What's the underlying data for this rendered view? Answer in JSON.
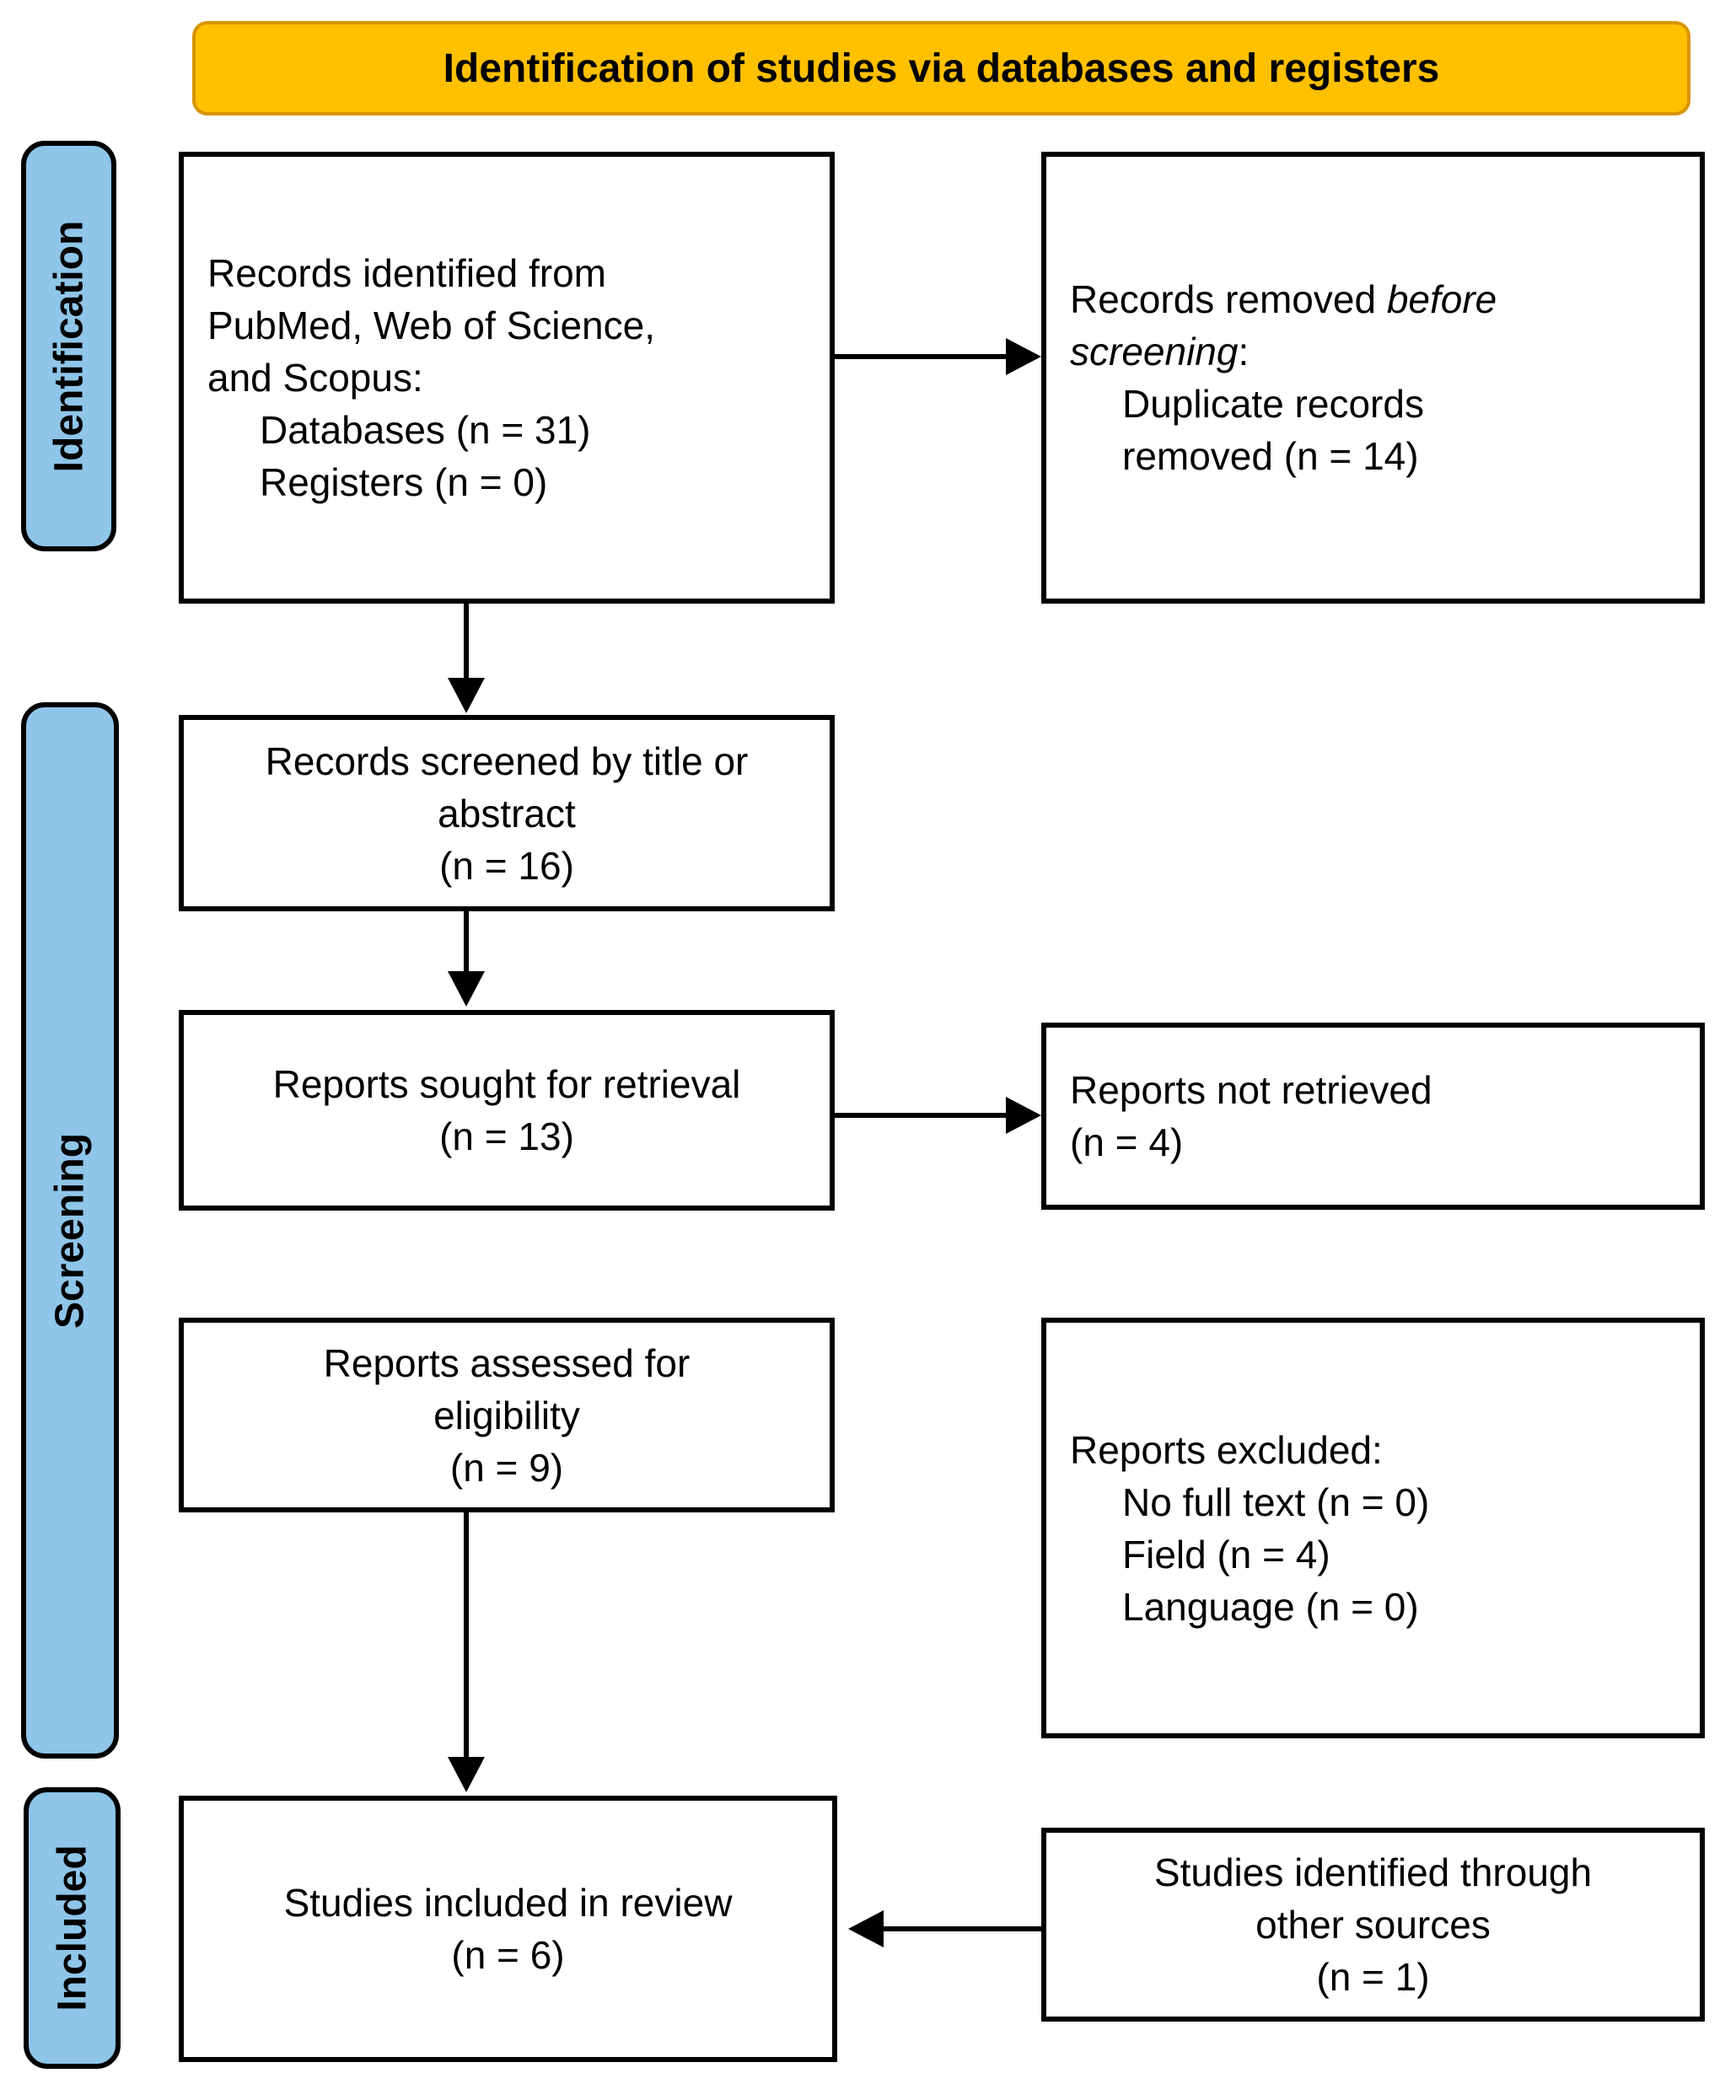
{
  "banner": {
    "label": "Identification of studies via databases and registers"
  },
  "sidebar": {
    "stages": [
      {
        "label": "Identification"
      },
      {
        "label": "Screening"
      },
      {
        "label": "Included"
      }
    ]
  },
  "boxes": {
    "records_identified": {
      "line1": "Records identified from",
      "line2": "PubMed, Web of Science,",
      "line3": "and Scopus:",
      "sub1": "Databases (n = 31)",
      "sub2": "Registers (n = 0)"
    },
    "records_removed": {
      "l1_normal": "Records removed ",
      "l1_italic": "before",
      "l2_italic": "screening",
      "l2_normal": ":",
      "sub1": "Duplicate records",
      "sub2": "removed (n = 14)"
    },
    "records_screened": {
      "line1": "Records screened by title or",
      "line2": "abstract",
      "line3": "(n = 16)"
    },
    "reports_sought": {
      "line1": "Reports sought for retrieval",
      "line2": "(n = 13)"
    },
    "reports_not_retrieved": {
      "line1": "Reports not retrieved",
      "line2": "(n = 4)"
    },
    "reports_assessed": {
      "line1": "Reports assessed for",
      "line2": "eligibility",
      "line3": "(n = 9)"
    },
    "reports_excluded": {
      "lead": "Reports excluded:",
      "sub1": "No full text (n = 0)",
      "sub2": "Field (n = 4)",
      "sub3": "Language (n = 0)"
    },
    "studies_included": {
      "line1": "Studies included in review",
      "line2": "(n = 6)"
    },
    "studies_other_sources": {
      "line1": "Studies identified through",
      "line2": "other sources",
      "line3": "(n = 1)"
    }
  },
  "colors": {
    "banner_fill": "#FFC000",
    "banner_border": "#D79400",
    "stage_fill": "#8EC5E8",
    "box_border": "#000000"
  }
}
